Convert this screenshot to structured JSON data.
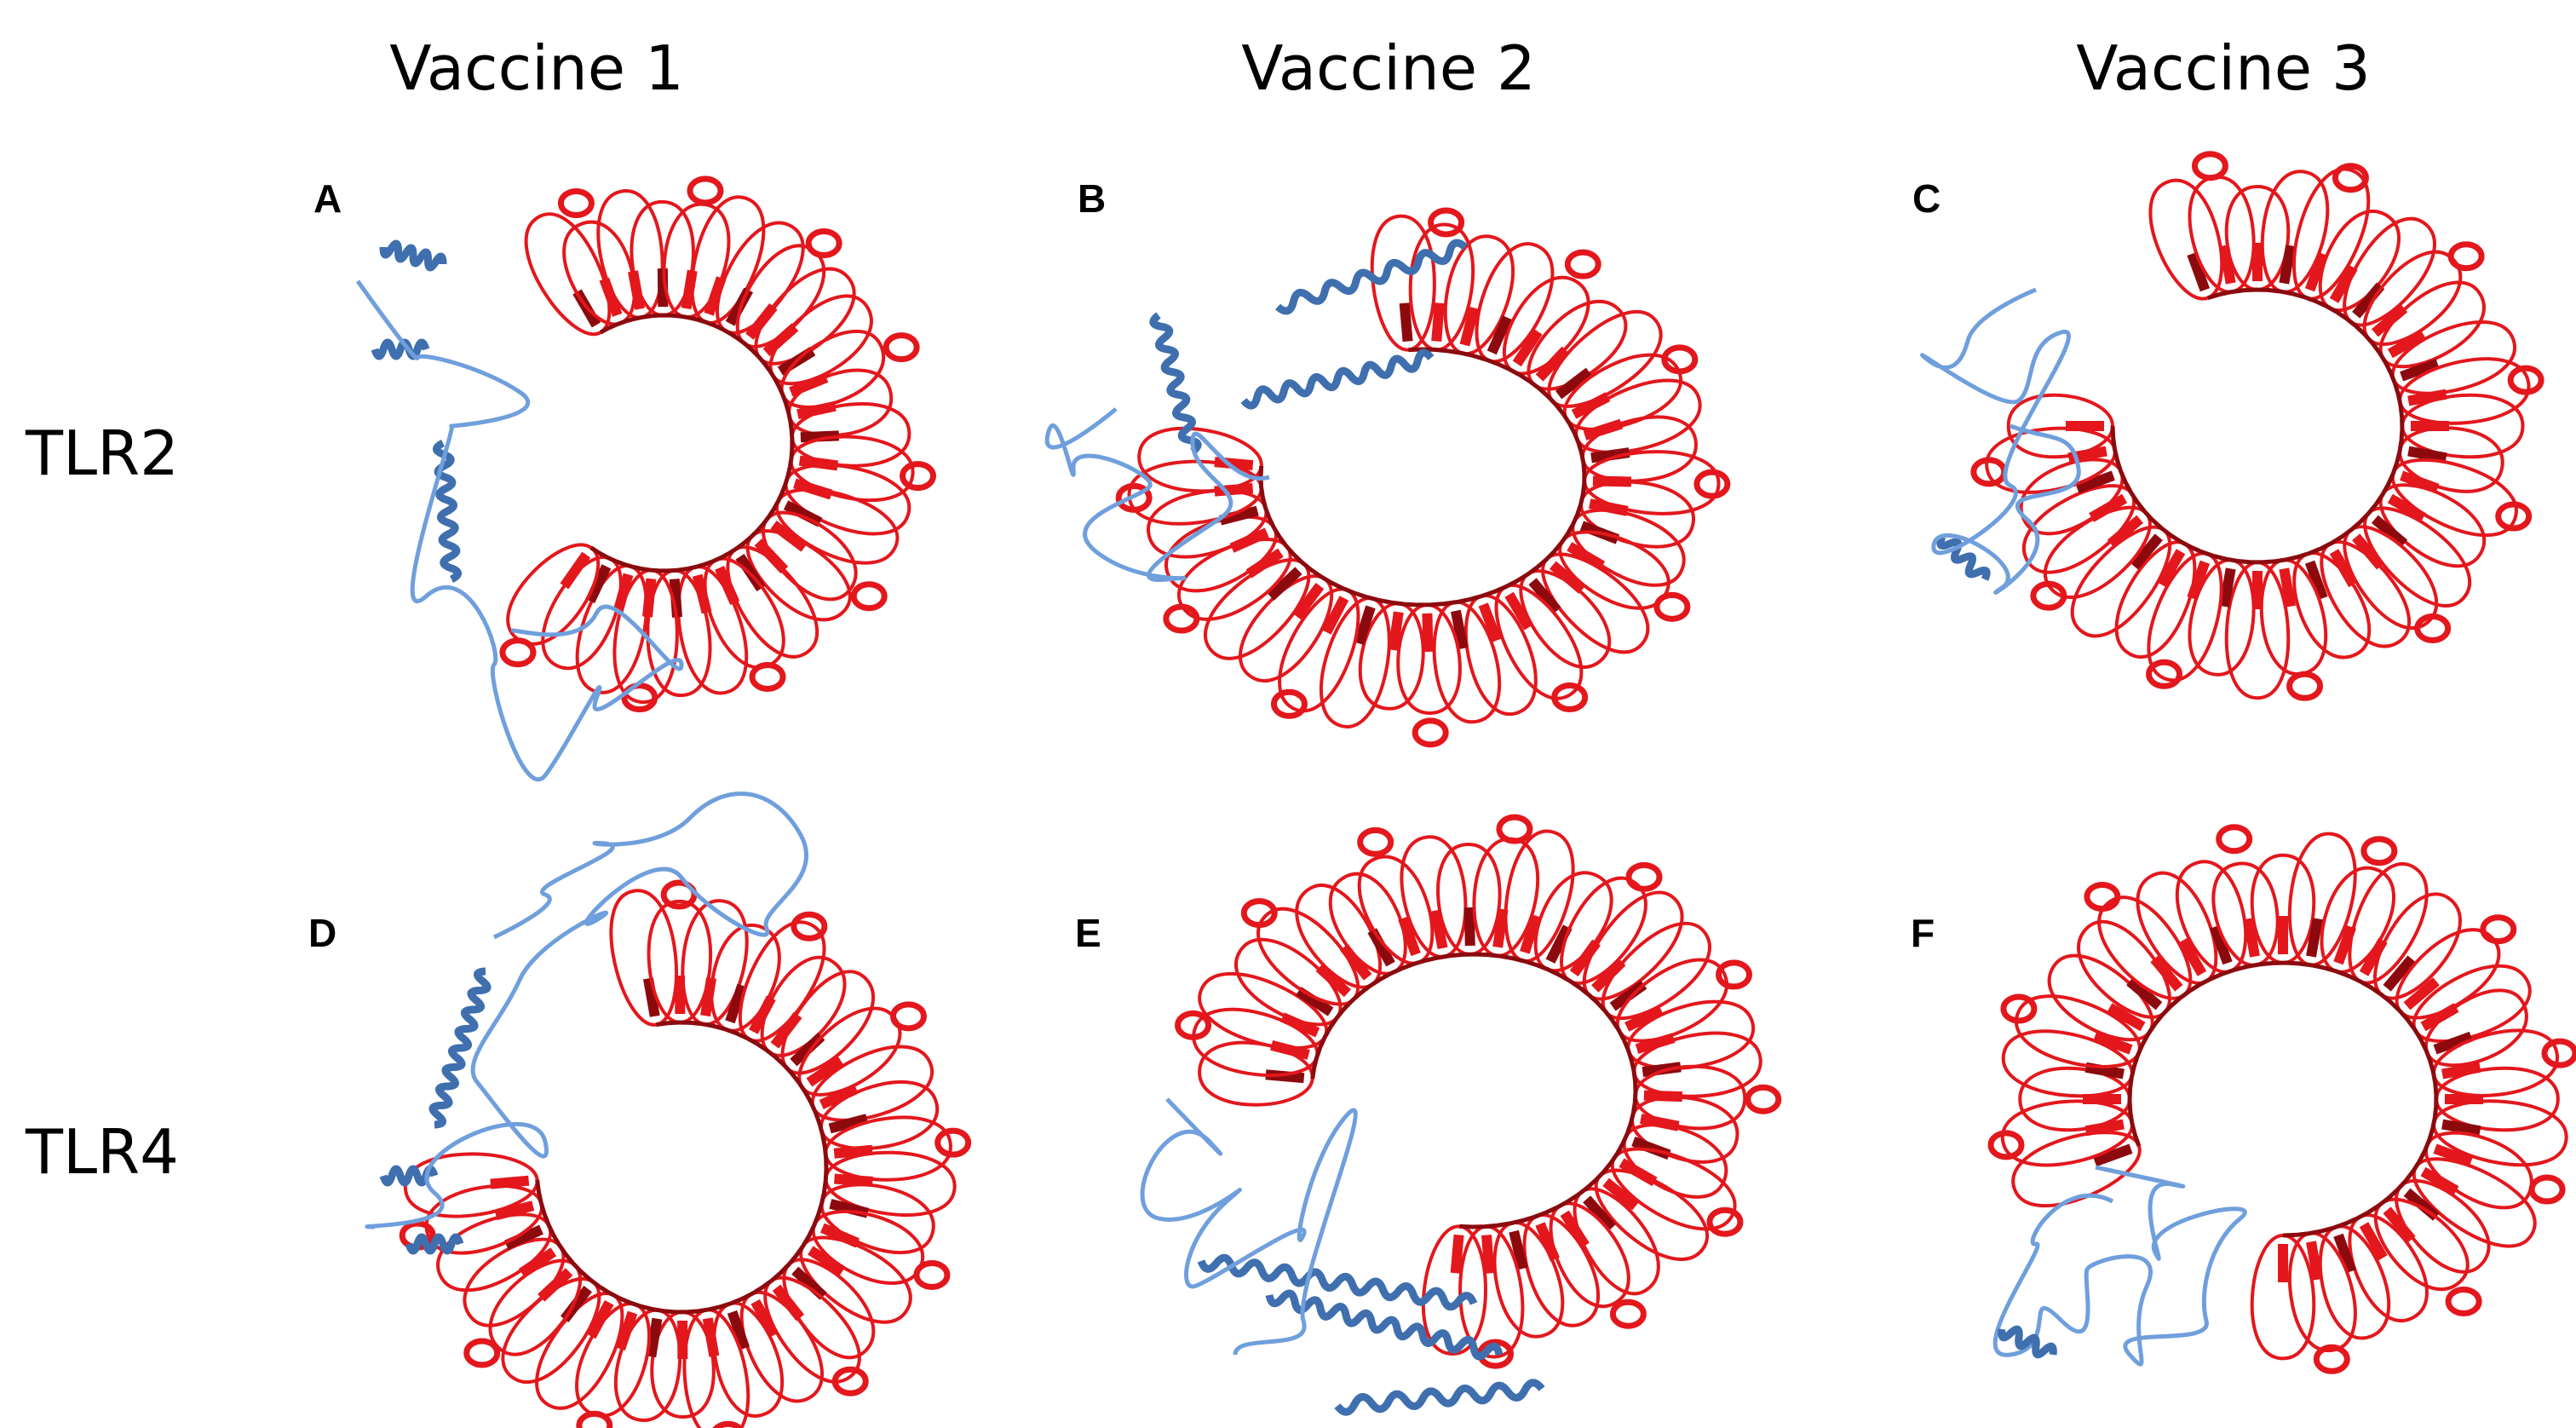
{
  "columns": [
    {
      "label": "Vaccine 1"
    },
    {
      "label": "Vaccine 2"
    },
    {
      "label": "Vaccine 3"
    }
  ],
  "rows": [
    {
      "label": "TLR2"
    },
    {
      "label": "TLR4"
    }
  ],
  "panels": [
    {
      "letter": "A",
      "row": "TLR2",
      "column": "Vaccine 1"
    },
    {
      "letter": "B",
      "row": "TLR2",
      "column": "Vaccine 2"
    },
    {
      "letter": "C",
      "row": "TLR2",
      "column": "Vaccine 3"
    },
    {
      "letter": "D",
      "row": "TLR4",
      "column": "Vaccine 1"
    },
    {
      "letter": "E",
      "row": "TLR4",
      "column": "Vaccine 2"
    },
    {
      "letter": "F",
      "row": "TLR4",
      "column": "Vaccine 3"
    }
  ],
  "colors": {
    "receptor": "#e3171c",
    "receptor_dark": "#8c0a0e",
    "vaccine": "#6f9fdc",
    "vaccine_dark": "#3f6fae"
  }
}
